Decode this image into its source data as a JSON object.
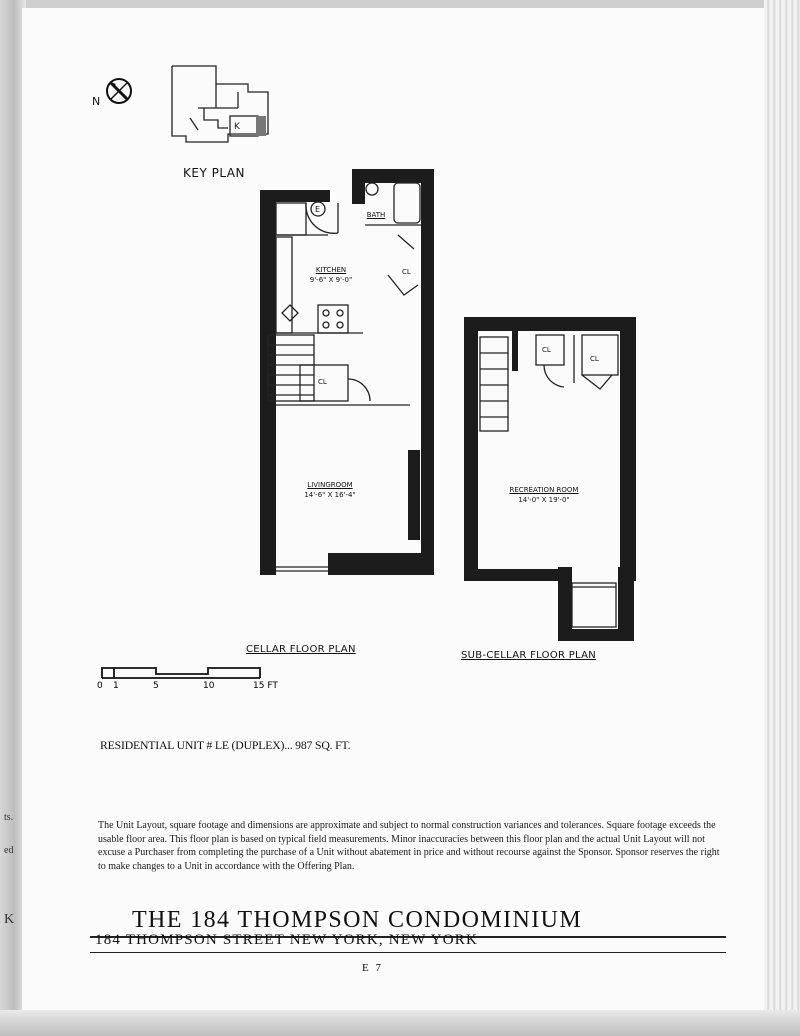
{
  "north_label": "N",
  "key_plan_label": "KEY PLAN",
  "cellar": {
    "label": "CELLAR FLOOR PLAN",
    "kitchen": {
      "name": "KITCHEN",
      "dims": "9'-6\" X 9'-0\""
    },
    "bath": "BATH",
    "living": {
      "name": "LIVINGROOM",
      "dims": "14'-6\" X 16'-4\""
    },
    "closets": [
      "CL",
      "CL"
    ]
  },
  "subcellar": {
    "label": "SUB-CELLAR FLOOR PLAN",
    "rec": {
      "name": "RECREATION ROOM",
      "dims": "14'-0\" X 19'-0\""
    },
    "closets": [
      "CL",
      "CL"
    ]
  },
  "scale": {
    "ticks": [
      "0",
      "1",
      "5",
      "10",
      "15 FT"
    ]
  },
  "unit_line": "RESIDENTIAL UNIT # LE (DUPLEX)... 987 SQ. FT.",
  "disclaimer": "The Unit Layout, square footage and dimensions are approximate and subject to normal construction variances and tolerances. Square footage exceeds the usable floor area. This floor plan is based on typical field measurements. Minor inaccuracies between this floor plan and the actual Unit Layout will not excuse a Purchaser from completing the purchase of a Unit without abatement in price and without recourse against the Sponsor. Sponsor reserves the right to make changes to a Unit in accordance with the Offering Plan.",
  "title": "THE 184 THOMPSON CONDOMINIUM",
  "subtitle": "184 THOMPSON STREET NEW YORK, NEW YORK",
  "page_number": "E 7",
  "margin_fragments": [
    "ts.",
    "ed",
    "K"
  ]
}
